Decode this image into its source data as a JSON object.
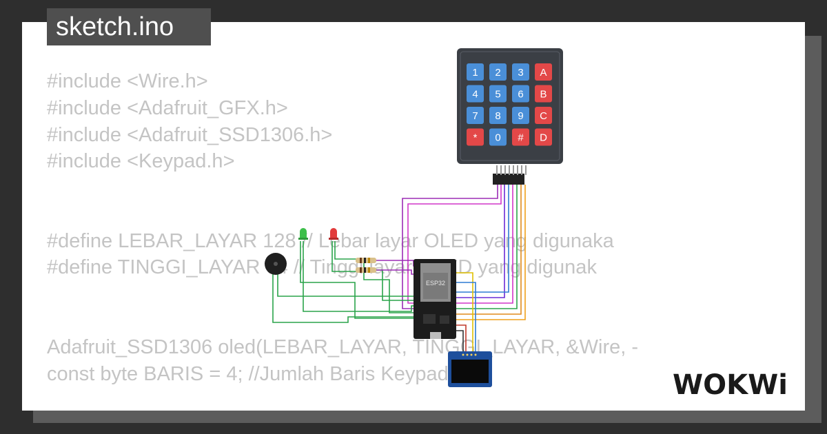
{
  "title": "sketch.ino",
  "code_lines": [
    "#include <Wire.h>",
    "#include <Adafruit_GFX.h>",
    "#include <Adafruit_SSD1306.h>",
    "#include <Keypad.h>",
    "",
    "",
    "#define LEBAR_LAYAR 128 // Lebar layar OLED yang digunaka",
    "#define TINGGI_LAYAR 64 // Tinggi layar OLED yang digunak",
    "",
    "",
    "Adafruit_SSD1306 oled(LEBAR_LAYAR, TINGGI_LAYAR, &Wire, -",
    "const byte BARIS = 4; //Jumlah Baris Keypad"
  ],
  "keypad": {
    "rows": [
      [
        "1",
        "2",
        "3",
        "A"
      ],
      [
        "4",
        "5",
        "6",
        "B"
      ],
      [
        "7",
        "8",
        "9",
        "C"
      ],
      [
        "*",
        "0",
        "#",
        "D"
      ]
    ]
  },
  "board_label": "ESP32",
  "logo_text": "WOKWi",
  "colors": {
    "background": "#2e2e2e",
    "card": "#ffffff",
    "code_text": "#c4c4c4",
    "key_blue": "#4a8fd8",
    "key_red": "#e34848",
    "keypad_body": "#3b3f45"
  }
}
